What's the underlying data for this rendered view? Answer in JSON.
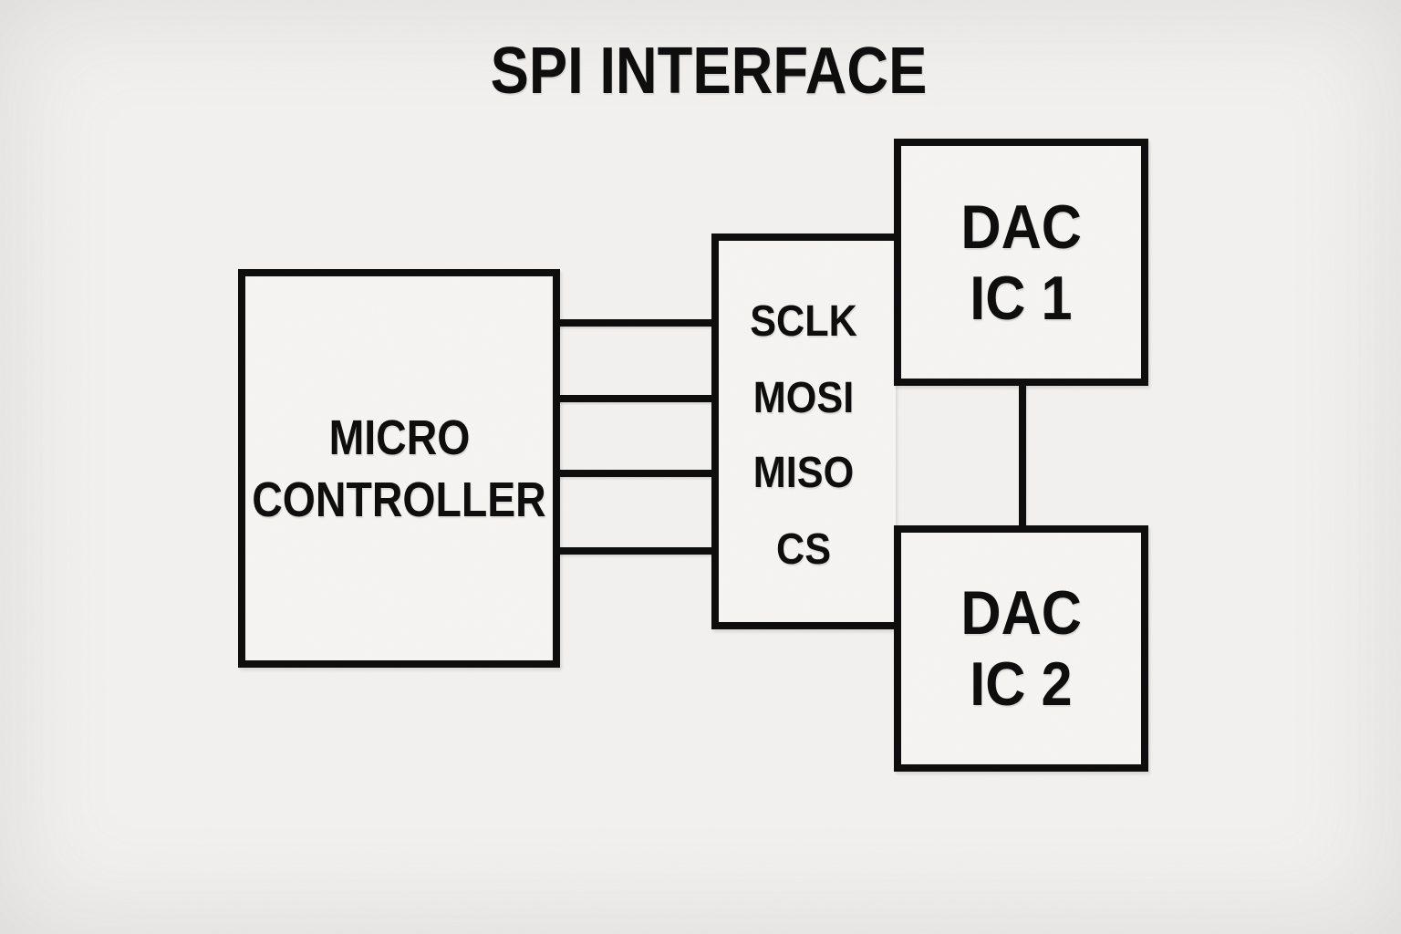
{
  "title": "SPI INTERFACE",
  "colors": {
    "background": "#f2f1ef",
    "stroke": "#0c0c0c"
  },
  "microcontroller": {
    "line1": "MICRO",
    "line2": "CONTROLLER"
  },
  "bus": {
    "signals": [
      "SCLK",
      "MOSI",
      "MISO",
      "CS"
    ]
  },
  "dac1": {
    "line1": "DAC",
    "line2": "IC 1"
  },
  "dac2": {
    "line1": "DAC",
    "line2": "IC 2"
  }
}
